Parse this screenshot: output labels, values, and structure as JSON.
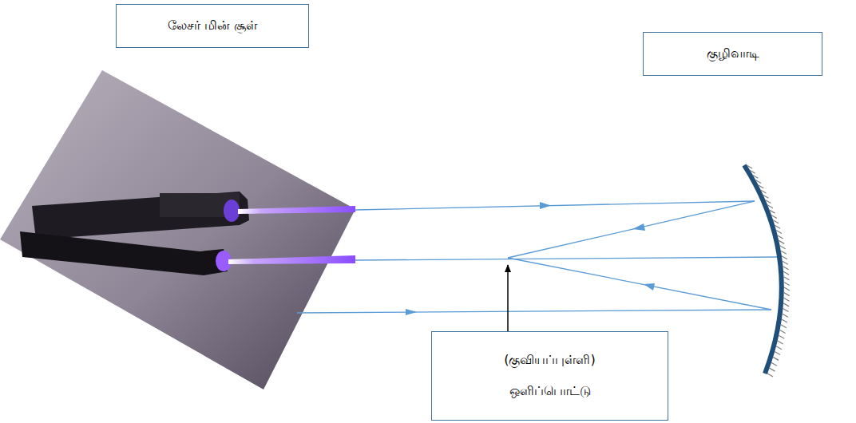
{
  "diagram": {
    "nodes": [
      {
        "text": [
          "லேசர் மின் சூள்"
        ]
      },
      {
        "text": [
          "குழிவாடி"
        ]
      },
      {
        "text": [
          "(குவியப்புள்ளி)",
          "ஒளிப்பொட்டு"
        ]
      }
    ]
  }
}
